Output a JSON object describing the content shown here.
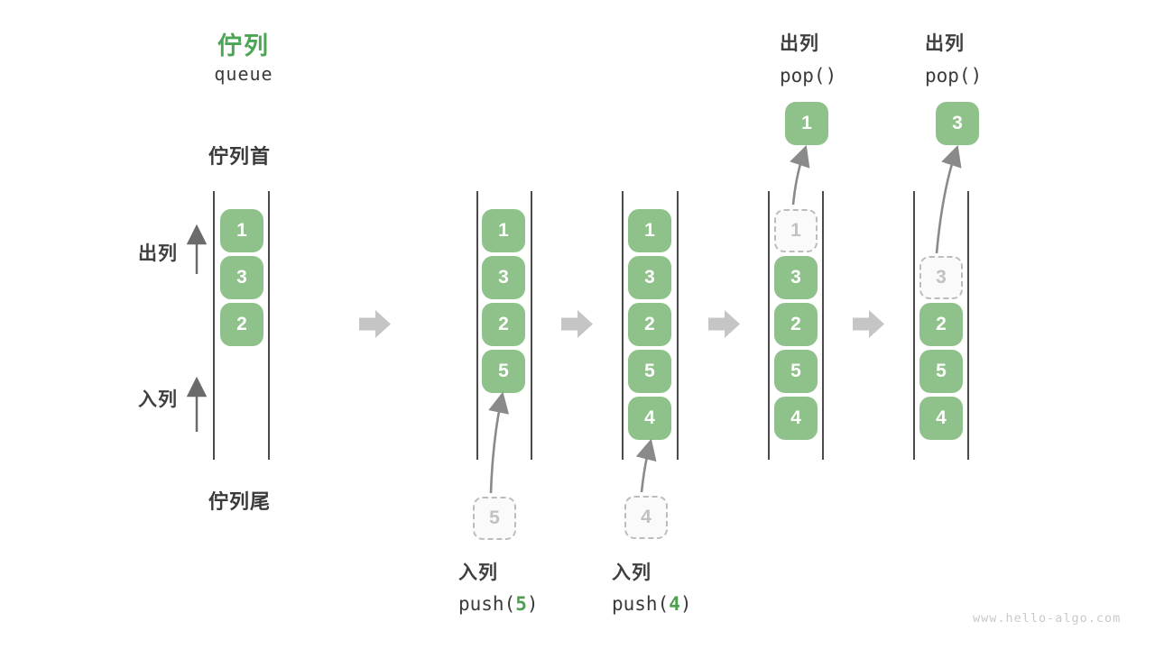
{
  "title": {
    "zh": "佇列",
    "en": "queue"
  },
  "labels": {
    "front": "佇列首",
    "rear": "佇列尾",
    "dequeue_side": "出列",
    "enqueue_side": "入列"
  },
  "columns": [
    {
      "cells": [
        "1",
        "3",
        "2"
      ]
    },
    {
      "cells": [
        "1",
        "3",
        "2",
        "5"
      ],
      "incoming": "5"
    },
    {
      "cells": [
        "1",
        "3",
        "2",
        "5",
        "4"
      ],
      "incoming": "4"
    },
    {
      "cells": [
        "3",
        "2",
        "5",
        "4"
      ],
      "ghost": "1",
      "popped": "1"
    },
    {
      "cells": [
        "2",
        "5",
        "4"
      ],
      "ghost": "3",
      "popped": "3"
    }
  ],
  "push_ops": [
    {
      "label": "入列",
      "fn": "push(",
      "arg": "5",
      "close": ")"
    },
    {
      "label": "入列",
      "fn": "push(",
      "arg": "4",
      "close": ")"
    }
  ],
  "pop_ops": [
    {
      "label": "出列",
      "code": "pop()"
    },
    {
      "label": "出列",
      "code": "pop()"
    }
  ],
  "watermark": "www.hello-algo.com",
  "colors": {
    "cell_green": "#8FC18A",
    "title_green": "#4BA555",
    "code_arg_green": "#4E9E50",
    "text_dark": "#3A3A3A",
    "flow_arrow_gray": "#C5C5C5",
    "thin_arrow_gray": "#8A8A8A",
    "ghost_border": "#BCBCBC",
    "column_line": "#4A4A4A",
    "watermark_gray": "#C9C9C9"
  }
}
